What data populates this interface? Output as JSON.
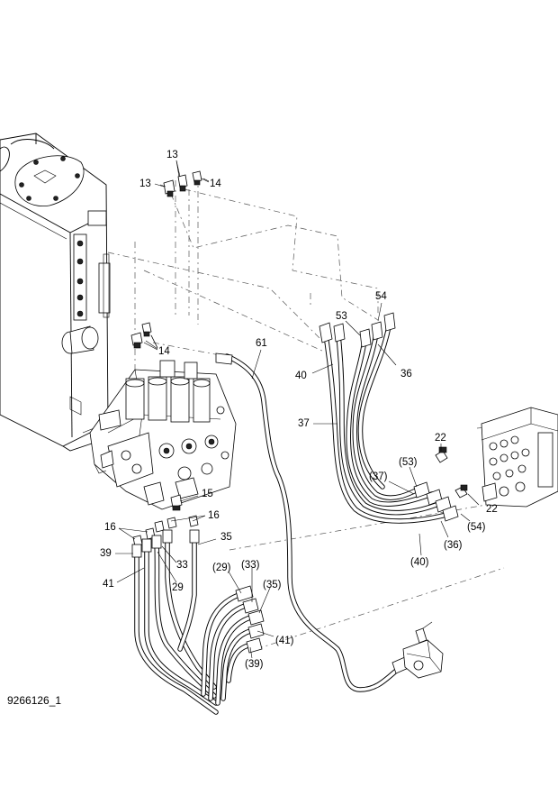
{
  "diagram": {
    "drawing_number": "9266126_1",
    "callouts": [
      {
        "id": "13",
        "text": "13"
      },
      {
        "id": "13b",
        "text": "13"
      },
      {
        "id": "14",
        "text": "14"
      },
      {
        "id": "14b",
        "text": "14"
      },
      {
        "id": "61",
        "text": "61"
      },
      {
        "id": "54",
        "text": "54"
      },
      {
        "id": "53",
        "text": "53"
      },
      {
        "id": "40",
        "text": "40"
      },
      {
        "id": "36",
        "text": "36"
      },
      {
        "id": "37",
        "text": "37"
      },
      {
        "id": "22",
        "text": "22"
      },
      {
        "id": "53p",
        "text": "(53)"
      },
      {
        "id": "37p",
        "text": "(37)"
      },
      {
        "id": "22b",
        "text": "22"
      },
      {
        "id": "54p",
        "text": "(54)"
      },
      {
        "id": "36p",
        "text": "(36)"
      },
      {
        "id": "40p",
        "text": "(40)"
      },
      {
        "id": "15",
        "text": "15"
      },
      {
        "id": "16",
        "text": "16"
      },
      {
        "id": "16b",
        "text": "16"
      },
      {
        "id": "35",
        "text": "35"
      },
      {
        "id": "39",
        "text": "39"
      },
      {
        "id": "33",
        "text": "33"
      },
      {
        "id": "41",
        "text": "41"
      },
      {
        "id": "29",
        "text": "29"
      },
      {
        "id": "29p",
        "text": "(29)"
      },
      {
        "id": "33p",
        "text": "(33)"
      },
      {
        "id": "35p",
        "text": "(35)"
      },
      {
        "id": "41p",
        "text": "(41)"
      },
      {
        "id": "39p",
        "text": "(39)"
      }
    ]
  }
}
